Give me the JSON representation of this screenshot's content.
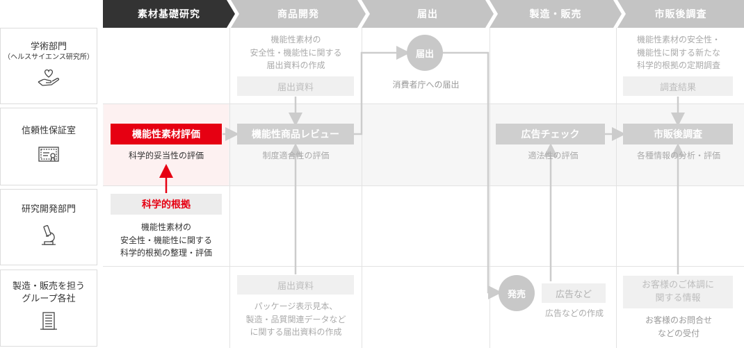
{
  "header": {
    "stages": [
      "素材基礎研究",
      "商品開発",
      "届出",
      "製造・販売",
      "市販後調査"
    ]
  },
  "departments": [
    {
      "name": "学術部門",
      "sub": "（ヘルスサイエンス研究所）",
      "icon": "hand-heart-icon"
    },
    {
      "name": "信頼性保証室",
      "icon": "certificate-icon"
    },
    {
      "name": "研究開発部門",
      "icon": "microscope-icon"
    },
    {
      "name_line1": "製造・販売を担う",
      "name_line2": "グループ各社",
      "icon": "building-icon"
    }
  ],
  "research": {
    "eval_label": "機能性素材評価",
    "eval_desc": "科学的妥当性の評価",
    "basis_label": "科学的根拠",
    "basis_desc_1": "機能性素材の",
    "basis_desc_2": "安全性・機能性に関する",
    "basis_desc_3": "科学的根拠の整理・評価"
  },
  "product_dev": {
    "top_desc_1": "機能性素材の",
    "top_desc_2": "安全性・機能性に関する",
    "top_desc_3": "届出資料の作成",
    "top_doc": "届出資料",
    "review_label": "機能性商品レビュー",
    "review_desc": "制度適合性の評価",
    "bottom_doc": "届出資料",
    "bottom_desc_1": "パッケージ表示見本、",
    "bottom_desc_2": "製造・品質関連データなど",
    "bottom_desc_3": "に関する届出資料の作成"
  },
  "notification": {
    "circle": "届出",
    "desc": "消費者庁への届出"
  },
  "manufacturing": {
    "ad_check": "広告チェック",
    "ad_check_desc": "適法性の評価",
    "launch": "発売",
    "ads_label": "広告など",
    "ads_desc": "広告などの作成"
  },
  "post_market": {
    "top_desc_1": "機能性素材の安全性・",
    "top_desc_2": "機能性に関する新たな",
    "top_desc_3": "科学的根拠の定期調査",
    "result": "調査結果",
    "survey_label": "市販後調査",
    "survey_desc": "各種情報の分析・評価",
    "customer_info_1": "お客様のご体調に",
    "customer_info_2": "関する情報",
    "customer_desc_1": "お客様のお問合せ",
    "customer_desc_2": "などの受付"
  },
  "colors": {
    "accent": "#e60012",
    "header_active": "#333333",
    "header_inactive": "#c4c4c4",
    "connector": "#cccccc"
  }
}
